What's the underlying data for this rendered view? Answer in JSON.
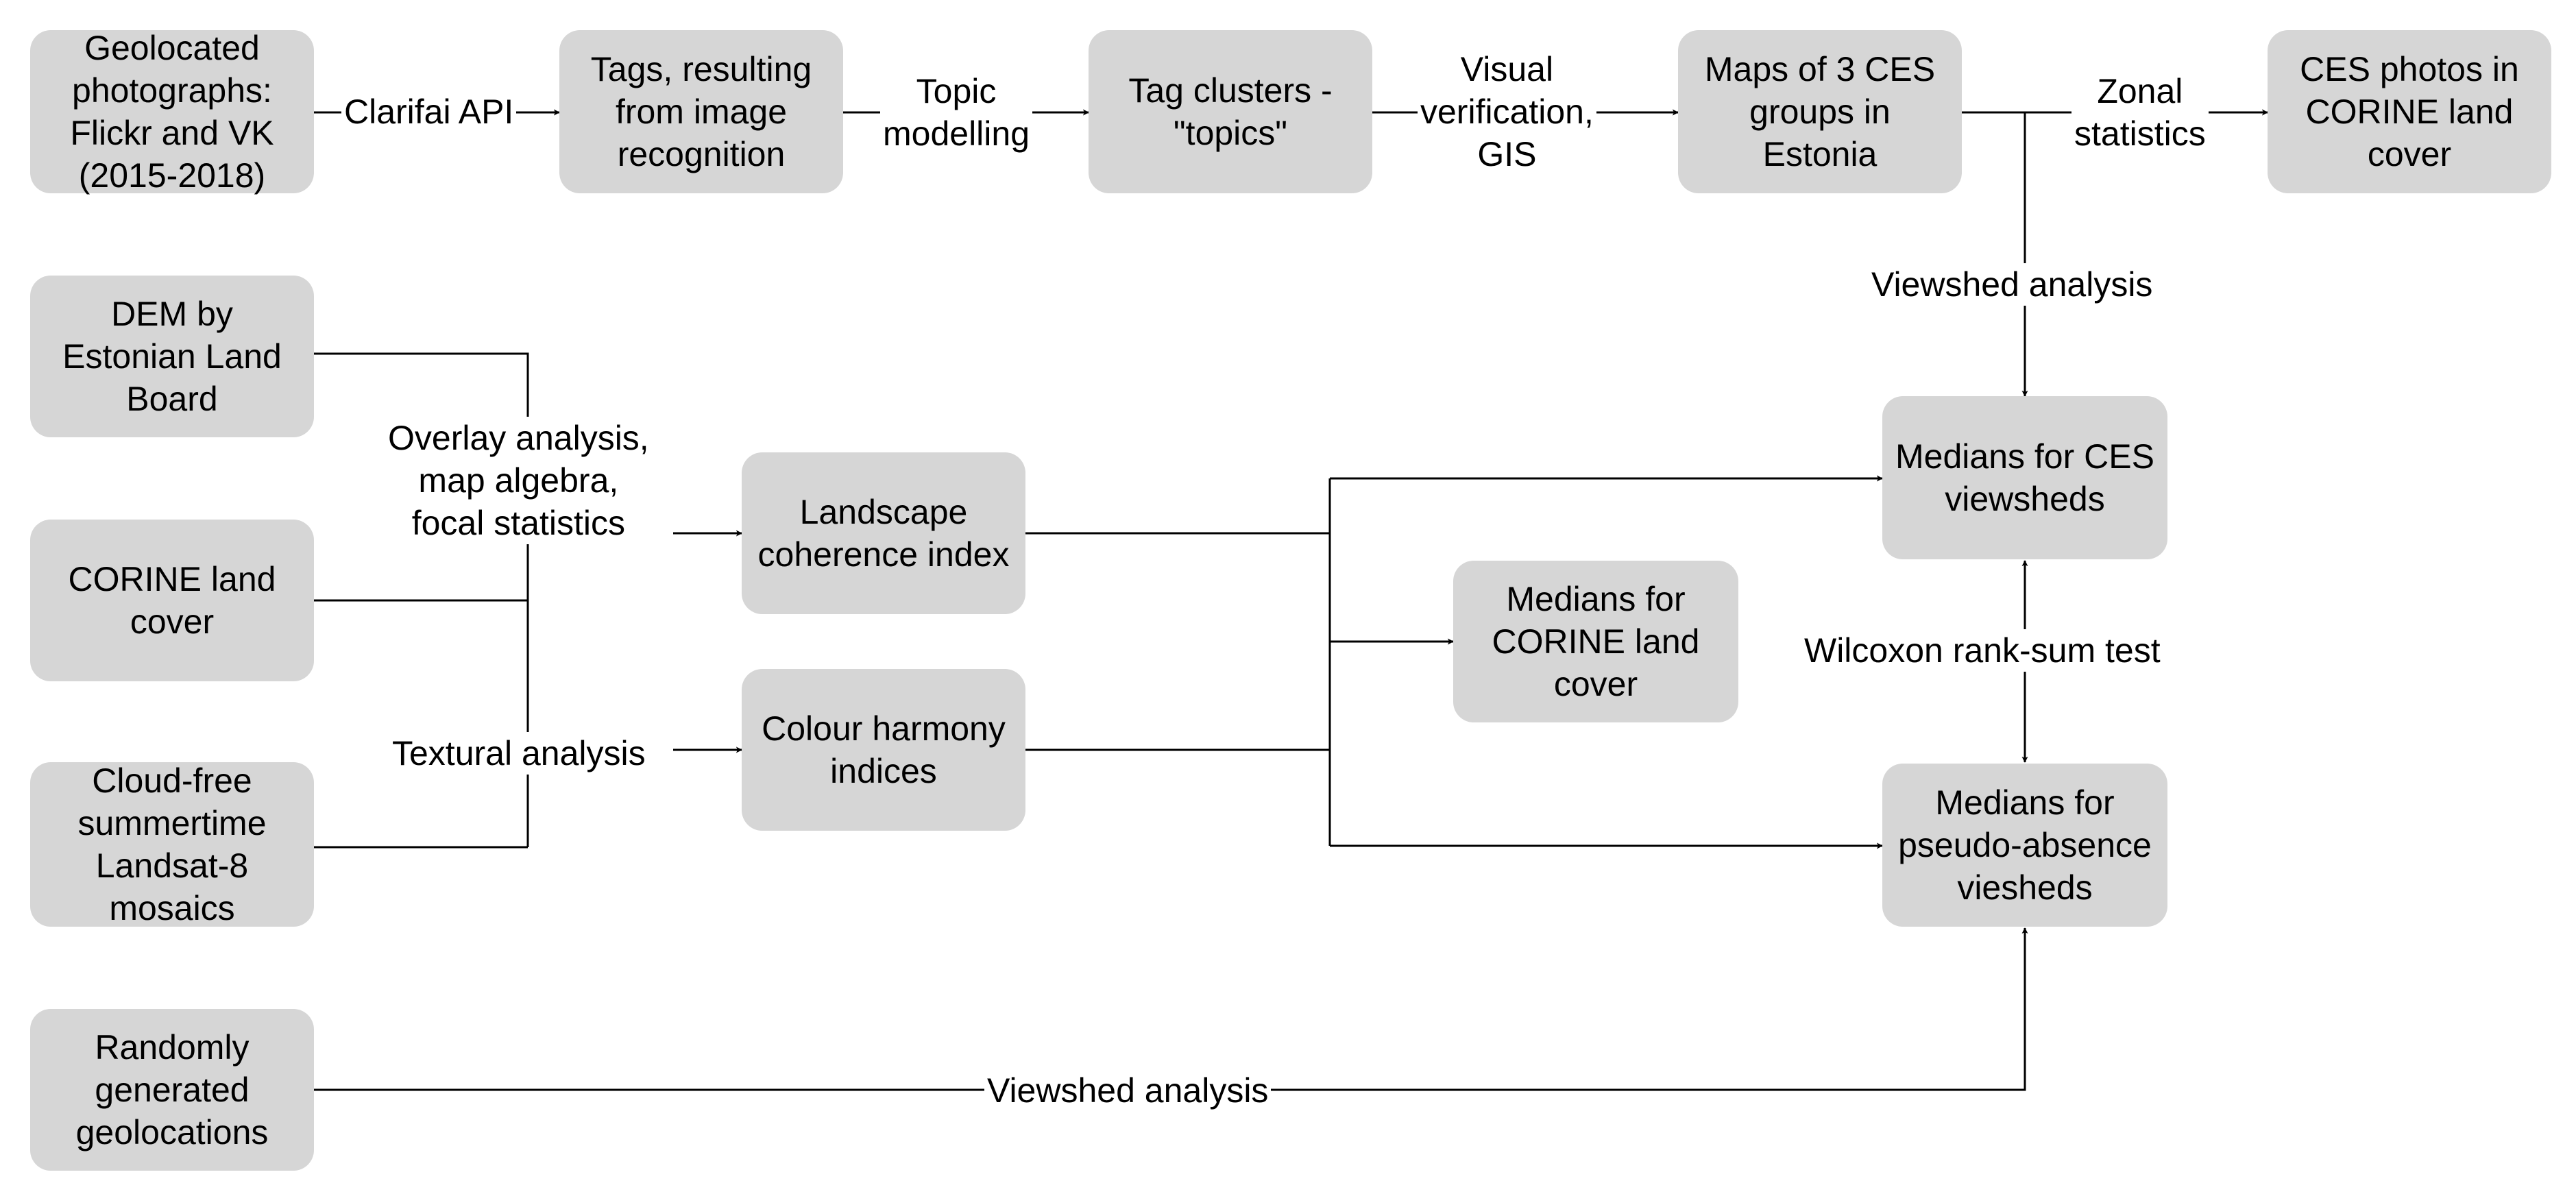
{
  "nodes": {
    "photos": "Geolocated\nphotographs:\nFlickr and VK\n(2015-2018)",
    "tags": "Tags, resulting\nfrom image\nrecognition",
    "clusters": "Tag clusters -\n\"topics\"",
    "maps": "Maps of 3 CES\ngroups in\nEstonia",
    "ces_photos_corine": "CES photos in\nCORINE land\ncover",
    "dem": "DEM by\nEstonian Land\nBoard",
    "corine": "CORINE land\ncover",
    "landsat": "Cloud-free\nsummertime\nLandsat-8\nmosaics",
    "random": "Randomly\ngenerated\ngeolocations",
    "coherence": "Landscape\ncoherence index",
    "colour": "Colour harmony\nindices",
    "medians_corine": "Medians for\nCORINE land\ncover",
    "medians_ces": "Medians for CES\nviewsheds",
    "medians_pseudo": "Medians for\npseudo-absence\nviesheds"
  },
  "edges": {
    "clarifai": "Clarifai API",
    "topic": "Topic\nmodelling",
    "visual": "Visual\nverification,\nGIS",
    "zonal": "Zonal\nstatistics",
    "viewshed_top": "Viewshed analysis",
    "overlay": "Overlay analysis,\nmap algebra,\nfocal statistics",
    "textural": "Textural analysis",
    "wilcoxon": "Wilcoxon rank-sum test",
    "viewshed_bottom": "Viewshed analysis"
  },
  "colors": {
    "box_fill": "#d6d6d6",
    "line": "#000000",
    "background": "#ffffff"
  }
}
